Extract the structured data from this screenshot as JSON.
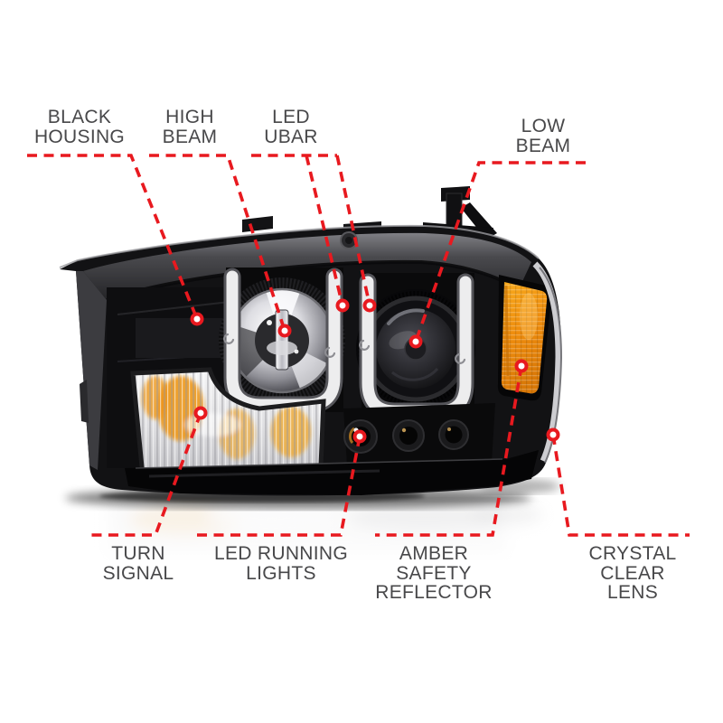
{
  "diagram": {
    "background_color": "#ffffff",
    "accent_color": "#e8191f",
    "label_color": "#48484a",
    "callouts": [
      {
        "id": "black-housing",
        "label": "BLACK\nHOUSING"
      },
      {
        "id": "high-beam",
        "label": "HIGH\nBEAM"
      },
      {
        "id": "led-ubar",
        "label": "LED\nUBAR"
      },
      {
        "id": "low-beam",
        "label": "LOW\nBEAM"
      },
      {
        "id": "turn-signal",
        "label": "TURN\nSIGNAL"
      },
      {
        "id": "led-running-lights",
        "label": "LED RUNNING\nLIGHTS"
      },
      {
        "id": "amber-safety-reflector",
        "label": "AMBER\nSAFETY\nREFLECTOR"
      },
      {
        "id": "crystal-clear-lens",
        "label": "CRYSTAL\nCLEAR LENS"
      }
    ],
    "part_colors": {
      "housing_black": "#141416",
      "amber_reflector": "#ef8d0d",
      "ubar_white": "#ededee",
      "chrome": "#d9d9de"
    }
  }
}
